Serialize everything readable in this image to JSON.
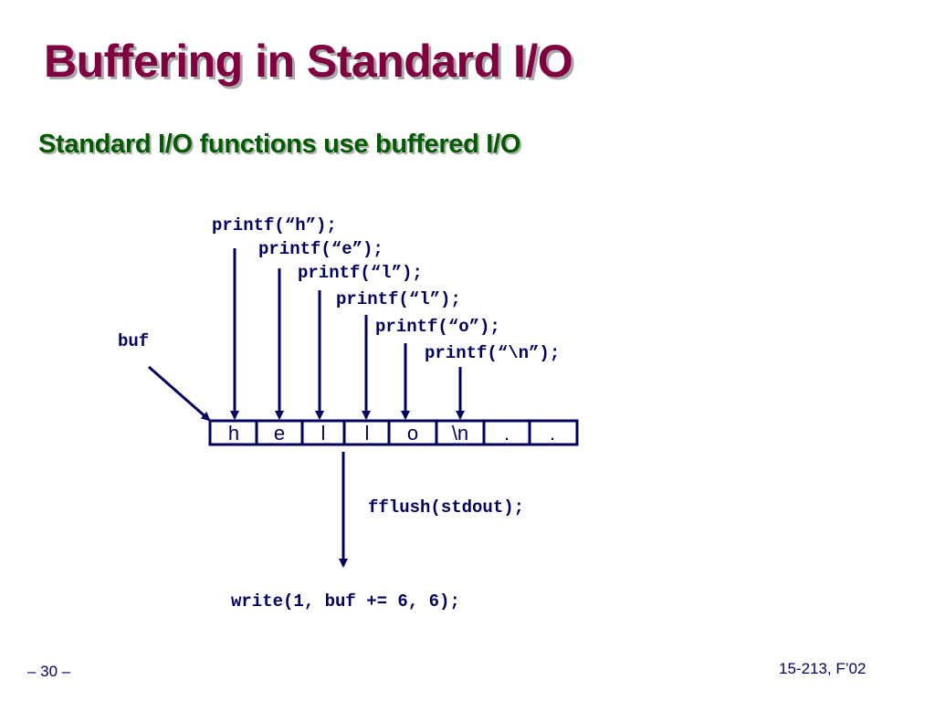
{
  "slide": {
    "title": "Buffering in Standard I/O",
    "subtitle": "Standard I/O functions use buffered I/O",
    "page_number": "– 30 –",
    "course": "15-213, F’02"
  },
  "diagram": {
    "buf_label": "buf",
    "calls": [
      "printf(“h”);",
      "printf(“e”);",
      "printf(“l”);",
      "printf(“l”);",
      "printf(“o”);",
      "printf(“\\n”);"
    ],
    "buffer_cells": [
      "h",
      "e",
      "l",
      "l",
      "o",
      "\\n",
      ".",
      "."
    ],
    "flush_call": "fflush(stdout);",
    "write_call": "write(1, buf += 6, 6);"
  },
  "colors": {
    "title": "#800040",
    "subtitle": "#005a00",
    "diagram": "#000060"
  }
}
